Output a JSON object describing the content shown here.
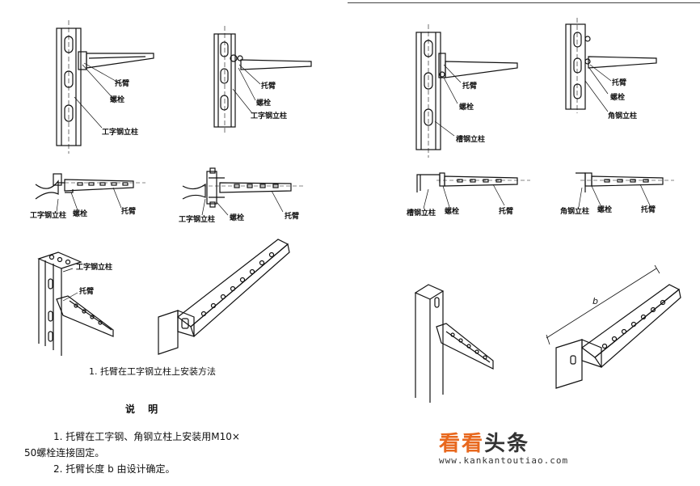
{
  "labels": {
    "tuobi": "托臂",
    "luoshuan": "螺栓",
    "gzg_lizhu": "工字钢立柱",
    "cg_lizhu": "槽钢立柱",
    "jg_lizhu": "角钢立柱",
    "dim_b": "b"
  },
  "caption": "1. 托臂在工字钢立柱上安装方法",
  "notes": {
    "title": "说 明",
    "line1": "1. 托臂在工字钢、角钢立柱上安装用M10×",
    "line2": "50螺栓连接固定。",
    "line3": "2. 托臂长度 b 由设计确定。"
  },
  "watermark": {
    "main_a": "看看",
    "main_b": "头条",
    "url": "www.kankantoutiao.com"
  },
  "colors": {
    "ink": "#111111",
    "watermark_orange": "#e8681e"
  }
}
